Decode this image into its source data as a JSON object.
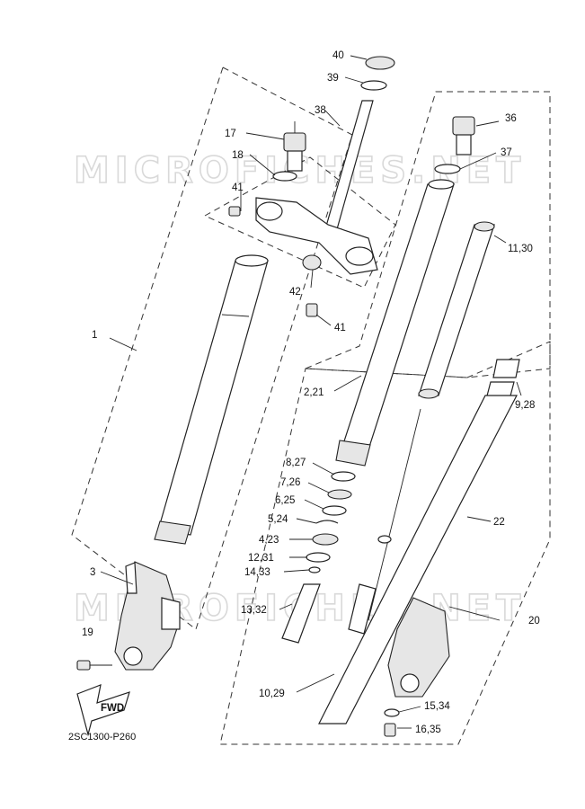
{
  "diagram": {
    "code": "2SC1300-P260",
    "watermark": "MICROFICHES.NET",
    "fwd_label": "FWD",
    "callouts": [
      "1",
      "2,21",
      "3",
      "4,23",
      "5,24",
      "6,25",
      "7,26",
      "8,27",
      "9,28",
      "10,29",
      "11,30",
      "12,31",
      "13,32",
      "14,33",
      "15,34",
      "16,35",
      "17",
      "18",
      "19",
      "20",
      "22",
      "36",
      "37",
      "38",
      "39",
      "40",
      "41",
      "41",
      "42"
    ]
  },
  "colors": {
    "ink": "#222222",
    "watermark": "#d9d9d9",
    "background": "#ffffff"
  }
}
